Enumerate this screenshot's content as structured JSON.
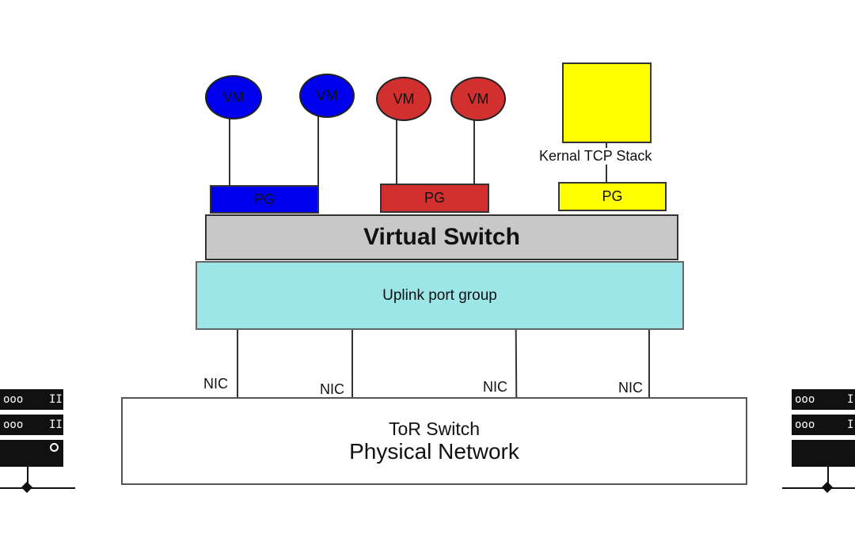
{
  "diagram": {
    "vms": [
      {
        "label": "VM",
        "color": "#0000ee"
      },
      {
        "label": "VM",
        "color": "#0000ee"
      },
      {
        "label": "VM",
        "color": "#d22f2f"
      },
      {
        "label": "VM",
        "color": "#d22f2f"
      }
    ],
    "kernel_stack": {
      "label": "Kernal TCP Stack",
      "color": "#ffff00"
    },
    "port_groups": [
      {
        "label": "PG",
        "color": "#0000ee"
      },
      {
        "label": "PG",
        "color": "#d22f2f"
      },
      {
        "label": "PG",
        "color": "#ffff00"
      }
    ],
    "virtual_switch": {
      "label": "Virtual Switch",
      "color": "#c8c8c8"
    },
    "uplink": {
      "label": "Uplink port group",
      "color": "#9de6e8"
    },
    "nics": [
      "NIC",
      "NIC",
      "NIC",
      "NIC"
    ],
    "tor": {
      "line1": "ToR Switch",
      "line2": "Physical Network"
    },
    "server_left": {
      "unit1": "ooo",
      "unit1_right": "II",
      "unit2": "ooo",
      "unit2_right": "II"
    },
    "server_right": {
      "unit1": "ooo",
      "unit1_right": "I",
      "unit2": "ooo",
      "unit2_right": "I"
    }
  }
}
